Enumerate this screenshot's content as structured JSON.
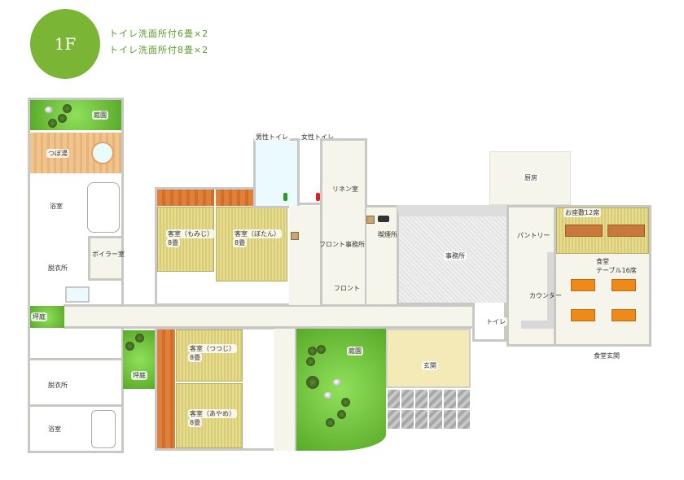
{
  "floor_badge": "1F",
  "legend": [
    "トイレ洗面所付6畳×2",
    "トイレ洗面所付8畳×2"
  ],
  "colors": {
    "accent": "#7ab536",
    "legend_text": "#5a9a2a"
  },
  "rooms": {
    "garden_top": "庭園",
    "tsuboyu": "つぼ湯",
    "bath_top": "浴室",
    "boiler": "ボイラー室",
    "dressing_top": "脱衣所",
    "courtyard_left": "坪庭",
    "dressing_bottom": "脱衣所",
    "bath_bottom": "浴室",
    "courtyard_mid": "坪庭",
    "momiji": "客室（もみじ）",
    "momiji_size": "8畳",
    "botan": "客室（ぼたん）",
    "botan_size": "8畳",
    "tsutsuji": "客室（つつじ）",
    "tsutsuji_size": "8畳",
    "ayame": "客室（あやめ）",
    "ayame_size": "8畳",
    "mens_toilet": "男性トイレ",
    "womens_toilet": "女性トイレ",
    "linen": "リネン室",
    "smoking": "喫煙所",
    "front_office": "フロント事務所",
    "front": "フロント",
    "office": "事務所",
    "kitchen": "厨房",
    "pantry": "パントリー",
    "counter": "カウンター",
    "zashiki": "お座敷12席",
    "dining": "食堂",
    "dining_tables": "テーブル16席",
    "toilet": "トイレ",
    "dining_entrance": "食堂玄関",
    "garden_main": "庭園",
    "entrance": "玄関"
  }
}
